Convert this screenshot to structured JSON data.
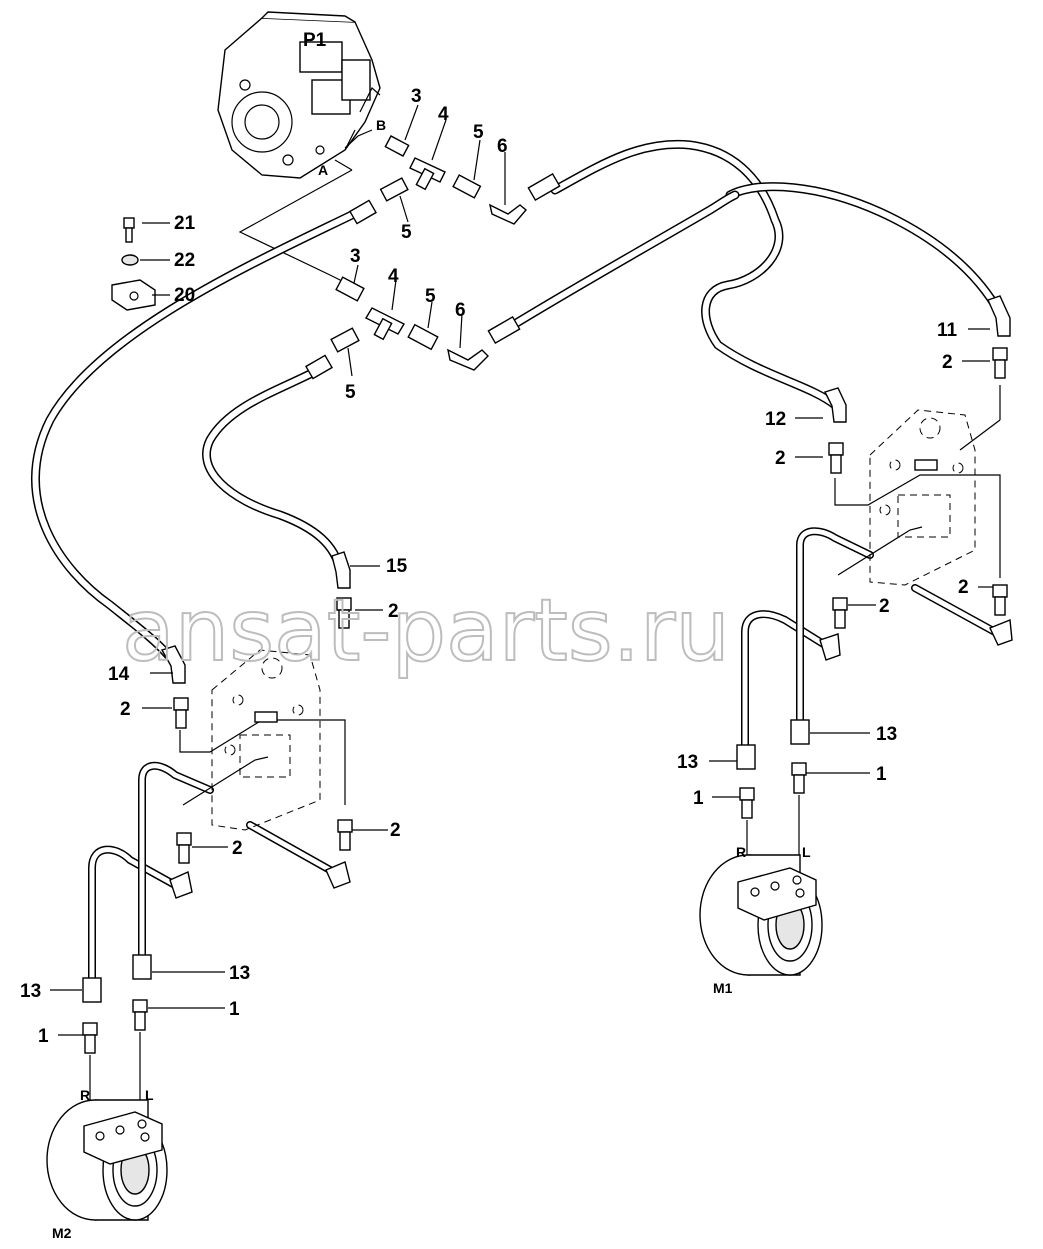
{
  "watermark": "ansat-parts.ru",
  "components": {
    "pump": "P1",
    "motor_1": "M1",
    "motor_2": "M2",
    "port_a": "A",
    "port_b": "B",
    "port_r_m1": "R",
    "port_l_m1": "L",
    "port_r_m2": "R",
    "port_l_m2": "L"
  },
  "callouts": {
    "c3a": "3",
    "c4a": "4",
    "c5a": "5",
    "c6a": "6",
    "c5b": "5",
    "c21": "21",
    "c22": "22",
    "c20": "20",
    "c3b": "3",
    "c4b": "4",
    "c5c": "5",
    "c6b": "6",
    "c5d": "5",
    "c11": "11",
    "c2a": "2",
    "c12": "12",
    "c2b": "2",
    "c15": "15",
    "c2c": "2",
    "c2d": "2",
    "c2e": "2",
    "c14": "14",
    "c2f": "2",
    "c13a": "13",
    "c13b": "13",
    "c1a": "1",
    "c1b": "1",
    "c2g": "2",
    "c2h": "2",
    "c13c": "13",
    "c13d": "13",
    "c1c": "1",
    "c1d": "1"
  }
}
